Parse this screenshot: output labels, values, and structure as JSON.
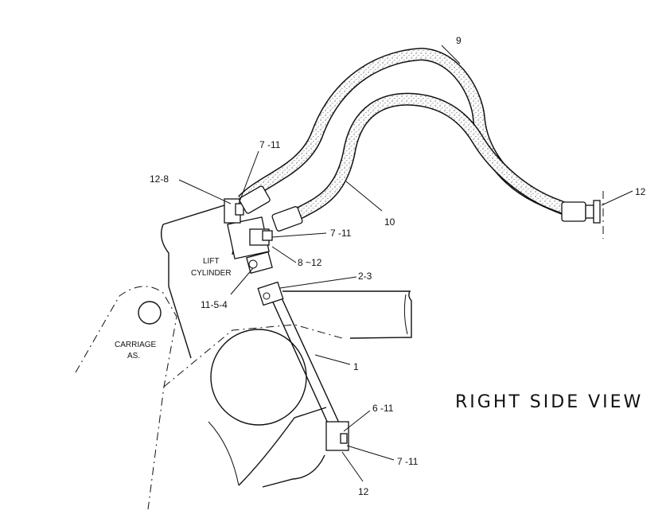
{
  "view_title": "RIGHT SIDE VIEW",
  "components": {
    "lift_cylinder": {
      "line1": "LIFT",
      "line2": "CYLINDER"
    },
    "carriage": {
      "line1": "CARRIAGE",
      "line2": "AS."
    }
  },
  "callouts": {
    "c9": "9",
    "c10": "10",
    "c12_right": "12",
    "c7_11_top": "7 -11",
    "c12_8": "12-8",
    "c7_11_mid": "7 -11",
    "c8_12": "8 ~12",
    "c2_3": "2-3",
    "c11_5_4": "11-5-4",
    "c1": "1",
    "c6_11": "6 -11",
    "c7_11_bottom": "7 -11",
    "c12_bottom": "12"
  }
}
